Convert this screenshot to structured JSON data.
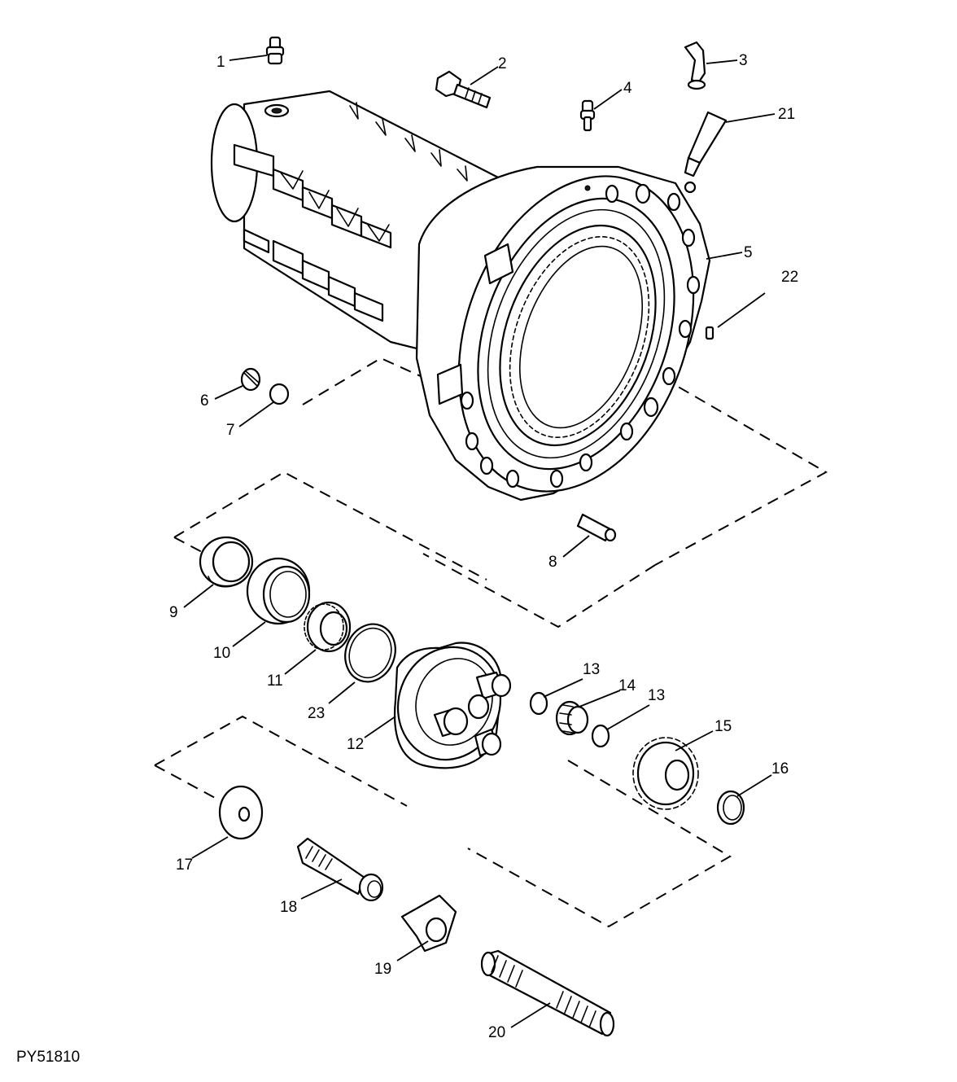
{
  "figure_id": "PY51810",
  "callouts": [
    "1",
    "2",
    "3",
    "4",
    "21",
    "5",
    "22",
    "6",
    "7",
    "8",
    "9",
    "10",
    "11",
    "23",
    "12",
    "13",
    "14",
    "13",
    "15",
    "16",
    "17",
    "18",
    "19",
    "20"
  ]
}
